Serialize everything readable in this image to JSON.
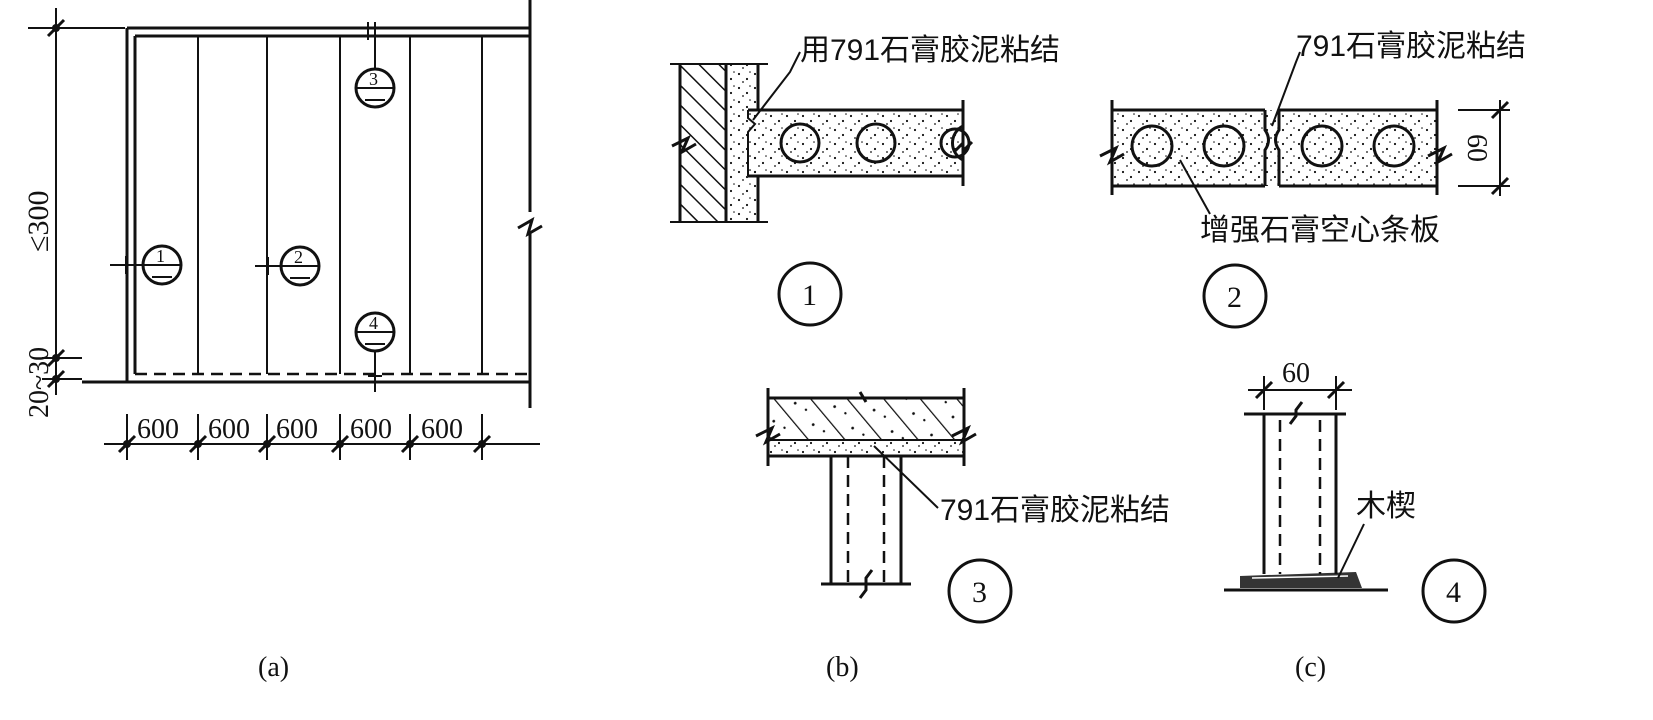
{
  "fig_a": {
    "dim_total": "≤300",
    "dim_gap": "20~30",
    "spacing": [
      "600",
      "600",
      "600",
      "600",
      "600"
    ],
    "markers": [
      "1",
      "2",
      "3",
      "4"
    ],
    "caption": "(a)"
  },
  "fig_b": {
    "label_joint_wall": "用791石膏胶泥粘结",
    "label_joint_panel": "791石膏胶泥粘结",
    "label_panel": "增强石膏空心条板",
    "dim_thickness": "60",
    "marker_1": "1",
    "marker_2": "2",
    "caption": "(b)"
  },
  "fig_c": {
    "label_joint_ceiling": "791石膏胶泥粘结",
    "dim_width": "60",
    "label_wedge": "木楔",
    "marker_3": "3",
    "marker_4": "4",
    "caption": "(c)"
  },
  "colors": {
    "ink": "#111111",
    "paper": "#ffffff"
  }
}
